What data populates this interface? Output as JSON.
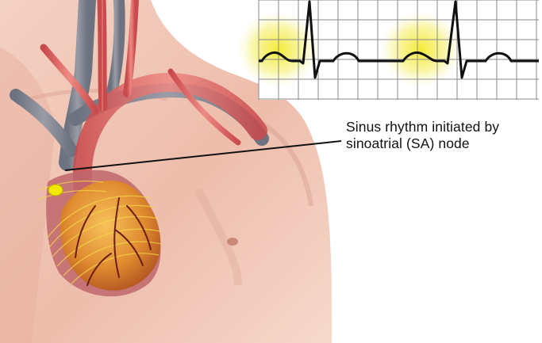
{
  "callout": {
    "line1": "Sinus rhythm initiated by",
    "line2": "sinoatrial (SA) node"
  },
  "colors": {
    "skin": "#efc3b1",
    "skin_shadow": "#d79c8a",
    "vein": "#7b7f8a",
    "artery": "#d9585a",
    "heart": "#e39a3a",
    "sa_node": "#f2e800",
    "ecg_highlight": "#f5ee3c",
    "ecg_trace": "#111111",
    "ecg_grid": "#8a8a8a"
  },
  "ecg": {
    "waveform": "normal sinus rhythm",
    "beats_shown": 2,
    "grid": true
  },
  "icons": [
    "heart-illustration",
    "sa-node-marker",
    "ecg-strip"
  ]
}
